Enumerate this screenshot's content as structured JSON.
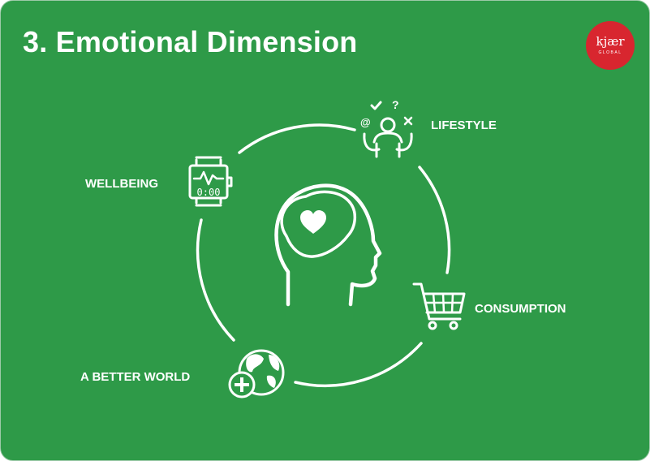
{
  "slide": {
    "title": "3.  Emotional Dimension",
    "brand": {
      "wordmark": "kjær",
      "subtitle": "GLOBAL",
      "color": "#d8262f"
    },
    "background_color": "#2e9a48"
  },
  "diagram": {
    "center_icon": "head-with-heart-icon",
    "nodes": [
      {
        "label": "LIFESTYLE",
        "icon": "person-choices-icon"
      },
      {
        "label": "WELLBEING",
        "icon": "smartwatch-icon"
      },
      {
        "label": "CONSUMPTION",
        "icon": "shopping-cart-icon"
      },
      {
        "label": "A BETTER WORLD",
        "icon": "globe-plus-icon"
      }
    ],
    "watch_time": "0:00",
    "choice_symbols": {
      "check": "✔",
      "question": "?",
      "at": "@",
      "cross": "×"
    }
  }
}
